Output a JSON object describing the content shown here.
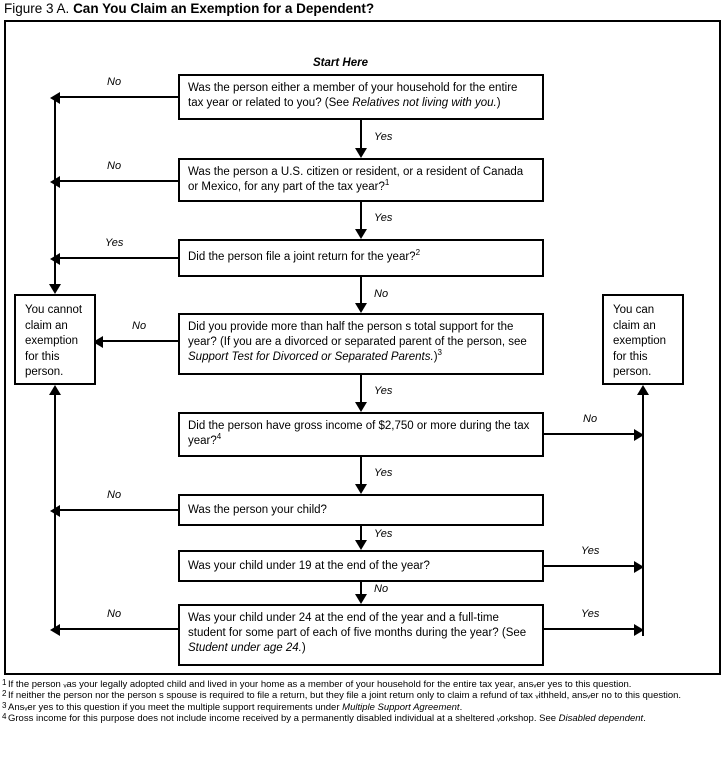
{
  "figure": {
    "label": "Figure 3 A.",
    "title": "Can You Claim an Exemption for a Dependent?"
  },
  "start_label": "Start Here",
  "nodes": {
    "q1": {
      "text_a": "Was the person either a member of your household for the entire tax year or related to you? (See ",
      "text_b": "Relatives not living with you.",
      "text_c": ")"
    },
    "q2": {
      "text_a": "Was the person a U.S. citizen or resident, or a resident of Canada or Mexico, for any part of the tax year?",
      "sup": "1"
    },
    "q3": {
      "text_a": "Did the person file a joint return for the year?",
      "sup": "2"
    },
    "q4": {
      "text_a": "Did you provide more than half the person  s total support for the year? (If you are a divorced or separated parent of the person, see ",
      "text_b": "Support Test for Divorced or Separated Parents.",
      "text_c": ")",
      "sup": "3"
    },
    "q5": {
      "text_a": "Did the person have gross income of $2,750 or more during the tax year?",
      "sup": "4"
    },
    "q6": {
      "text_a": "Was the person your child?"
    },
    "q7": {
      "text_a": "Was your child under 19 at the end of the year?"
    },
    "q8": {
      "text_a": "Was your child under 24 at the end of the year and a full-time student for some part of each of five months during the year? (See ",
      "text_b": "Student under age 24.",
      "text_c": ")"
    },
    "cannot": {
      "text": "You cannot claim an exemption for this person."
    },
    "can": {
      "text": "You can claim an exemption for this person."
    }
  },
  "edges": {
    "q1_no": "No",
    "q1_yes": "Yes",
    "q2_no": "No",
    "q2_yes": "Yes",
    "q3_yes": "Yes",
    "q3_no": "No",
    "q4_no": "No",
    "q4_yes": "Yes",
    "q5_no": "No",
    "q5_yes": "Yes",
    "q6_no": "No",
    "q6_yes": "Yes",
    "q7_yes": "Yes",
    "q7_no": "No",
    "q8_no": "No",
    "q8_yes": "Yes"
  },
  "footnotes": [
    {
      "marker": "1",
      "text_a": "If the person ᵥas your legally adopted child and lived in your home as a member of your household for the entire tax year, ansᵥer  yes  to this question.",
      "text_b": "",
      "text_c": ""
    },
    {
      "marker": "2",
      "text_a": "If neither the person nor the person  s spouse is required to file a return, but they file a joint return only to claim a refund of tax ᵥithheld, ansᵥer  no  to this question.",
      "text_b": "",
      "text_c": ""
    },
    {
      "marker": "3",
      "text_a": "Ansᵥer  yes  to this question if you meet the multiple support requirements under ",
      "text_b": "Multiple Support Agreement",
      "text_c": "."
    },
    {
      "marker": "4",
      "text_a": "Gross income for this purpose does not include income received by a permanently disabled individual at a sheltered ᵥorkshop. See ",
      "text_b": "Disabled dependent",
      "text_c": "."
    }
  ],
  "colors": {
    "stroke": "#000000",
    "background": "#ffffff"
  }
}
